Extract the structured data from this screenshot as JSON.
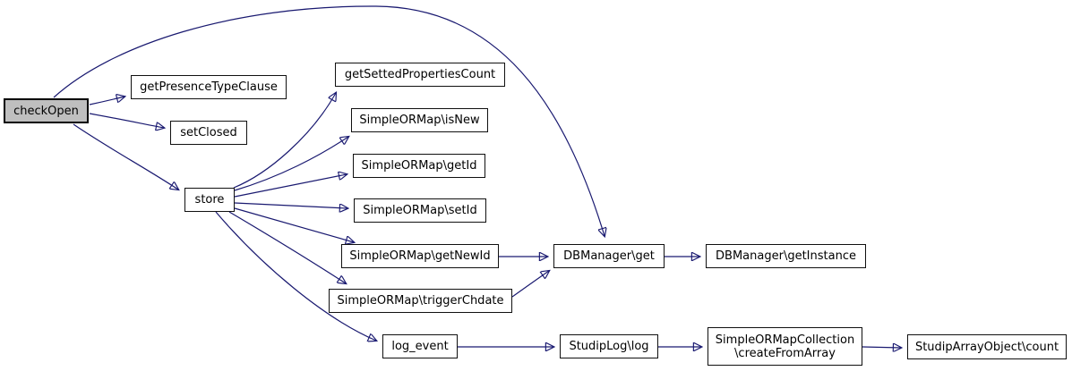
{
  "diagram": {
    "type": "call-graph",
    "style": "doxygen",
    "colors": {
      "background": "#ffffff",
      "edge": "#191970",
      "node_border": "#101010",
      "node_fill": "#ffffff",
      "highlight_node_fill": "#bfbfbf",
      "text": "#000000"
    }
  },
  "nodes": {
    "checkOpen": {
      "label": "checkOpen",
      "highlighted": true
    },
    "getPresenceTypeClause": {
      "label": "getPresenceTypeClause"
    },
    "setClosed": {
      "label": "setClosed"
    },
    "store": {
      "label": "store"
    },
    "getSettedPropertiesCount": {
      "label": "getSettedPropertiesCount"
    },
    "isNew": {
      "label": "SimpleORMap\\isNew"
    },
    "getId": {
      "label": "SimpleORMap\\getId"
    },
    "setId": {
      "label": "SimpleORMap\\setId"
    },
    "getNewId": {
      "label": "SimpleORMap\\getNewId"
    },
    "triggerChdate": {
      "label": "SimpleORMap\\triggerChdate"
    },
    "dbGet": {
      "label": "DBManager\\get"
    },
    "dbGetInstance": {
      "label": "DBManager\\getInstance"
    },
    "logEvent": {
      "label": "log_event"
    },
    "studipLogLog": {
      "label": "StudipLog\\log"
    },
    "createFromArray": {
      "label": "SimpleORMapCollection\n\\createFromArray"
    },
    "studipArrayObjectCount": {
      "label": "StudipArrayObject\\count"
    }
  },
  "edges": [
    {
      "from": "checkOpen",
      "to": "getPresenceTypeClause"
    },
    {
      "from": "checkOpen",
      "to": "setClosed"
    },
    {
      "from": "checkOpen",
      "to": "store"
    },
    {
      "from": "checkOpen",
      "to": "dbGet"
    },
    {
      "from": "store",
      "to": "getSettedPropertiesCount"
    },
    {
      "from": "store",
      "to": "isNew"
    },
    {
      "from": "store",
      "to": "getId"
    },
    {
      "from": "store",
      "to": "setId"
    },
    {
      "from": "store",
      "to": "getNewId"
    },
    {
      "from": "store",
      "to": "triggerChdate"
    },
    {
      "from": "store",
      "to": "logEvent"
    },
    {
      "from": "getNewId",
      "to": "dbGet"
    },
    {
      "from": "triggerChdate",
      "to": "dbGet"
    },
    {
      "from": "dbGet",
      "to": "dbGetInstance"
    },
    {
      "from": "logEvent",
      "to": "studipLogLog"
    },
    {
      "from": "studipLogLog",
      "to": "createFromArray"
    },
    {
      "from": "createFromArray",
      "to": "studipArrayObjectCount"
    }
  ]
}
